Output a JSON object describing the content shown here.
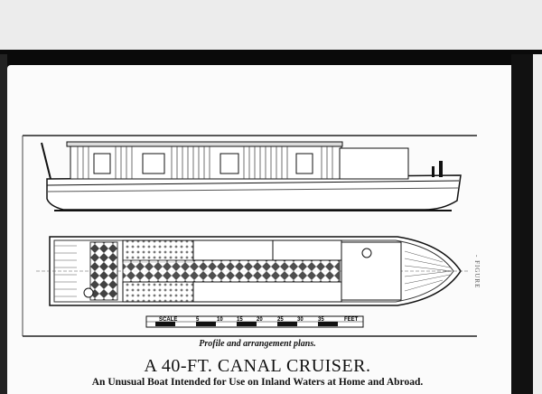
{
  "figure": {
    "caption": "Profile and arrangement plans.",
    "scale_label": "SCALE",
    "scale_unit": "FEET",
    "scale_ticks": [
      "5",
      "10",
      "15",
      "20",
      "25",
      "30",
      "35"
    ],
    "header_fragment": "",
    "side_note": "- FIGURE"
  },
  "article": {
    "title": "A 40-FT. CANAL CRUISER.",
    "subtitle": "An Unusual Boat Intended for Use on Inland Waters at Home and Abroad."
  }
}
